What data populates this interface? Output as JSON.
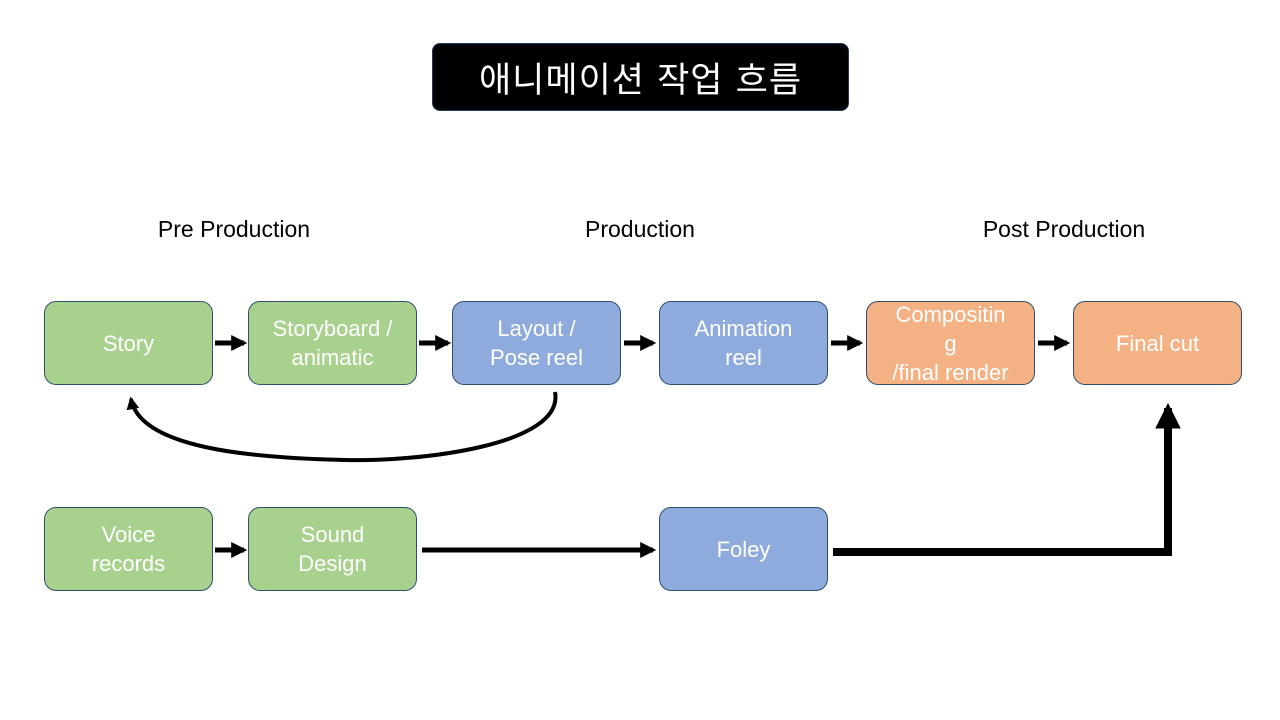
{
  "title": "애니메이션 작업 흐름",
  "phases": {
    "pre": "Pre Production",
    "prod": "Production",
    "post": "Post Production"
  },
  "nodes": {
    "story": "Story",
    "storyboard": "Storyboard /\nanimatic",
    "layout": "Layout /\nPose reel",
    "animation": "Animation\nreel",
    "compositing": "Compositin\ng\n/final render",
    "final_cut": "Final cut",
    "voice": "Voice\nrecords",
    "sound": "Sound\nDesign",
    "foley": "Foley"
  },
  "colors": {
    "pre_production": "#a9d18e",
    "production": "#8faadc",
    "post_production": "#f4b183",
    "title_bg": "#000000"
  }
}
